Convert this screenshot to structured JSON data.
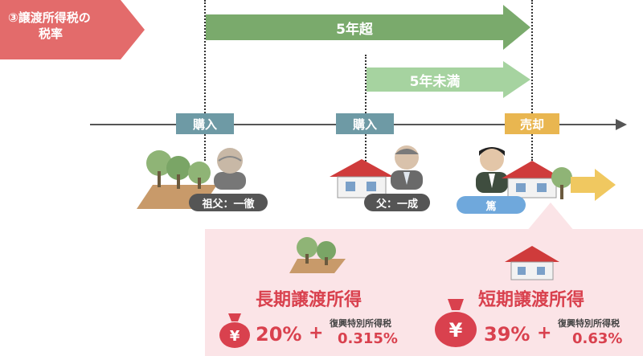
{
  "title": {
    "line1": "③譲渡所得税の",
    "line2": "税率"
  },
  "arrows": {
    "long": "5年超",
    "short": "5年未満"
  },
  "timeline": {
    "buy1": "購入",
    "buy2": "購入",
    "sell": "売却"
  },
  "people": {
    "grandfather": "祖父：一徹",
    "father": "父：一成",
    "self": "篤"
  },
  "result": {
    "long_term": {
      "title": "長期譲渡所得",
      "rate": "20%",
      "plus": "+",
      "sub_label": "復興特別所得税",
      "sub_rate": "0.315%"
    },
    "short_term": {
      "title": "短期譲渡所得",
      "rate": "39%",
      "plus": "+",
      "sub_label": "復興特別所得税",
      "sub_rate": "0.63%"
    }
  },
  "colors": {
    "accent": "#e36b6b",
    "green_dark": "#7aaa6c",
    "green_light": "#9ccd96",
    "teal": "#6e9aa5",
    "gold": "#e9b650",
    "blue_label": "#6fa8dc",
    "pink_panel": "#fbe4e7",
    "red_text": "#d9414e"
  },
  "icons": [
    "yen-bag-icon",
    "tree-icon",
    "house-icon",
    "person-icon"
  ]
}
